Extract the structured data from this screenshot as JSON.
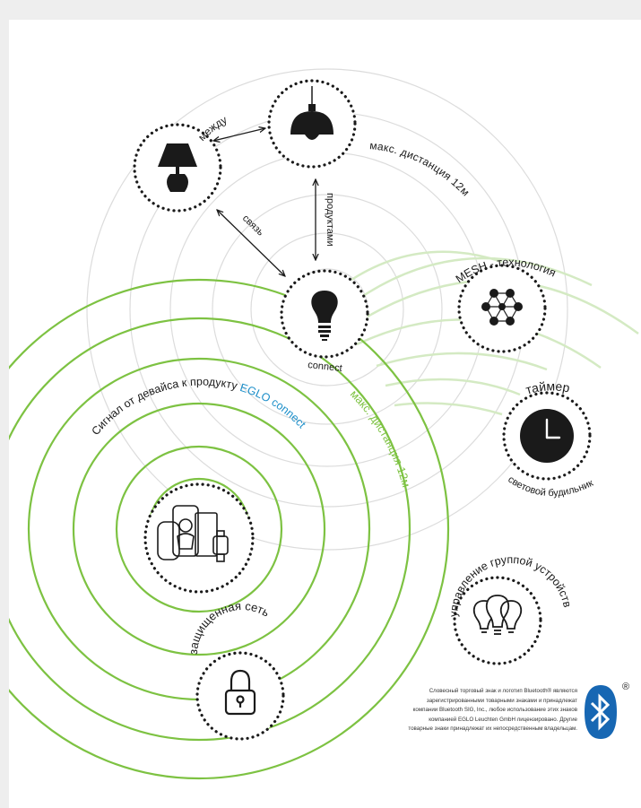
{
  "labels": {
    "between": "между",
    "max_distance_top": "макс. дистанция 12м",
    "products": "продуктами",
    "link": "связь",
    "mesh": "MESH - технология",
    "connect": "connect",
    "timer": "таймер",
    "light_alarm": "световой будильник",
    "signal_prefix": "Сигнал от девайса к продукту ",
    "signal_brand": "EGLO connect",
    "max_distance_green": "макс. дистанция 12м",
    "group_control": "управление группой устройств",
    "secure_network": "защищенная сеть"
  },
  "legal": {
    "line1": "Словесный торговый знак и логотип Bluetooth® являются",
    "line2": "зарегистрированными товарными знаками и принадлежат",
    "line3": "компании Bluetooth SIG, Inc., любое использование этих знаков",
    "line4": "компанией EGLO Leuchten GmbH лицензировано. Другие",
    "line5": "товарные знаки принадлежат их непосредственным владельцам.",
    "registered_mark": "®"
  },
  "icons": {
    "table_lamp": "table-lamp-icon",
    "pendant_lamp": "pendant-lamp-icon",
    "bulb": "light-bulb-icon",
    "mesh": "mesh-network-icon",
    "clock": "clock-icon",
    "devices": "devices-icon",
    "bulbs_group": "bulbs-group-icon",
    "padlock": "padlock-icon",
    "bluetooth": "bluetooth-logo"
  },
  "colors": {
    "green": "#7dc242",
    "light_green": "#d4eac3",
    "grey_circle": "#dcdcdc",
    "dark": "#1a1a1a",
    "brand_blue": "#1b8ec9",
    "bluetooth_blue": "#1767b3"
  }
}
